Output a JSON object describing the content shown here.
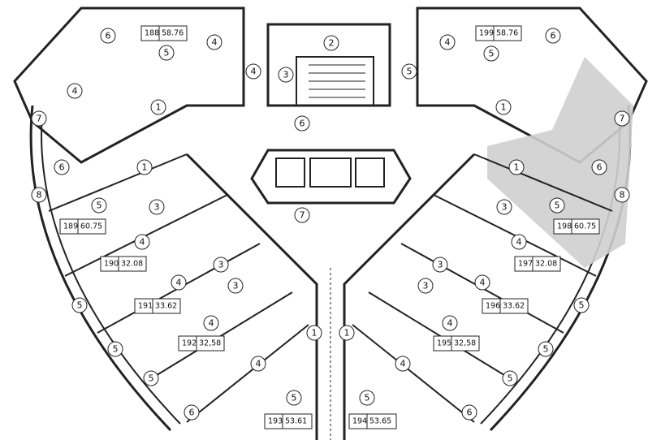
{
  "apartments": [
    {
      "id": "188",
      "area": "58.76"
    },
    {
      "id": "199",
      "area": "58.76"
    },
    {
      "id": "189",
      "area": "60.75"
    },
    {
      "id": "198",
      "area": "60.75"
    },
    {
      "id": "190",
      "area": "32.08"
    },
    {
      "id": "197",
      "area": "32.08"
    },
    {
      "id": "191",
      "area": "33.62"
    },
    {
      "id": "196",
      "area": "33.62"
    },
    {
      "id": "192",
      "area": "32,58"
    },
    {
      "id": "195",
      "area": "32,58"
    },
    {
      "id": "193",
      "area": "53.61"
    },
    {
      "id": "194",
      "area": "53.65"
    }
  ],
  "room_numbers": [
    "1",
    "2",
    "3",
    "4",
    "5",
    "6",
    "7",
    "8"
  ],
  "highlight_color": "#cfcfcf"
}
